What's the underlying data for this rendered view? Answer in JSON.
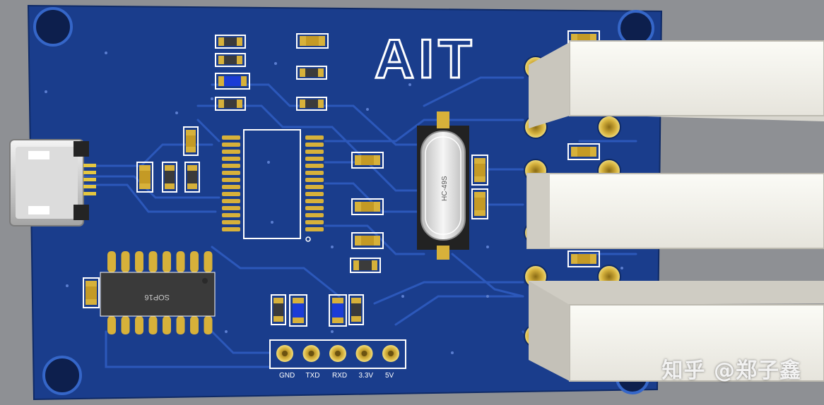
{
  "board": {
    "logo_text": "AIT",
    "crystal_label": "HC-49S",
    "ic_label": "SOP16",
    "header_pins": [
      "GND",
      "TXD",
      "RXD",
      "3.3V",
      "5V"
    ]
  },
  "watermark": "知乎 @郑子鑫",
  "colors": {
    "background": "#8e9094",
    "pcb": "#1a3d8c",
    "pcb_trace": "#2f5fc4",
    "silkscreen": "#ffffff",
    "gold": "#d7b13a",
    "component_body": "#3b3b3b"
  }
}
